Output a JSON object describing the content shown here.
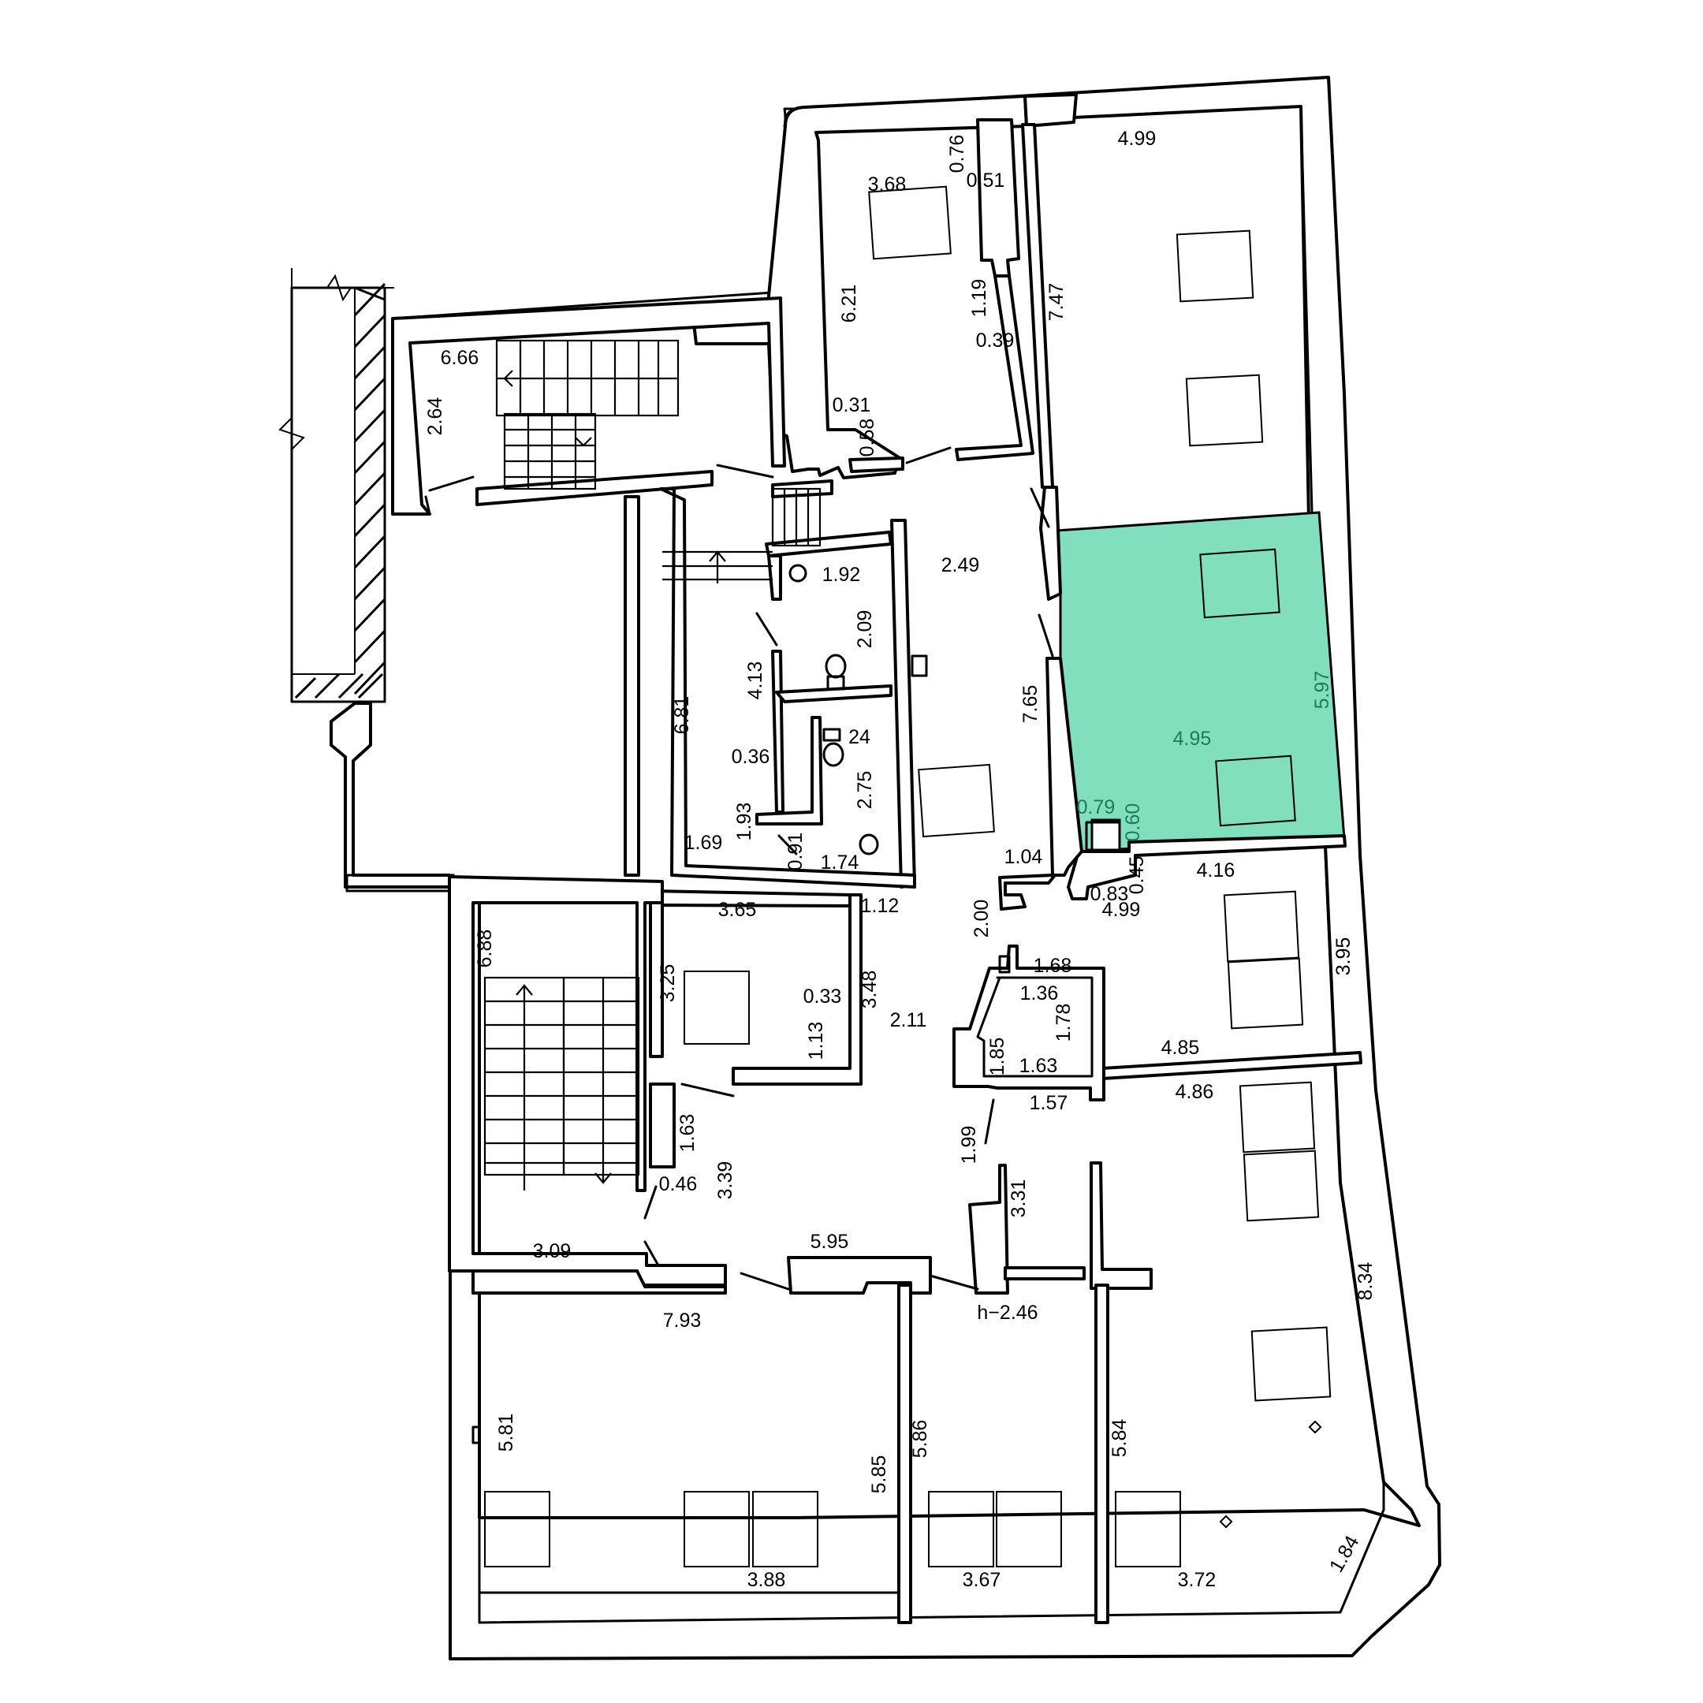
{
  "plan": {
    "highlight_color": "#82dfbe",
    "highlight_text_color": "#1f7a5a",
    "rooms": [
      {
        "id": "room-top-left",
        "labels": [
          "3.68",
          "6.21",
          "0.76",
          "0.51",
          "1.19",
          "0.39",
          "0.31",
          "0.58"
        ]
      },
      {
        "id": "room-top-right",
        "labels": [
          "4.99",
          "7.47"
        ]
      },
      {
        "id": "room-highlighted",
        "labels": [
          "4.95",
          "5.97",
          "0.79",
          "0.60"
        ]
      },
      {
        "id": "stair-north",
        "labels": [
          "6.66",
          "2.64"
        ]
      },
      {
        "id": "corridor",
        "labels": [
          "2.49",
          "7.65",
          "1.04",
          "2.11",
          "1.12",
          "2.00",
          "1.99"
        ]
      },
      {
        "id": "wc-block",
        "labels": [
          "1.92",
          "2.09",
          "4.13",
          "6.81",
          "24",
          "2.75",
          "0.36",
          "1.93",
          "0.91",
          "1.69",
          "1.74"
        ]
      },
      {
        "id": "room-east-middle",
        "labels": [
          "4.16",
          "4.99",
          "3.95",
          "4.85",
          "0.83",
          "0.45"
        ]
      },
      {
        "id": "room-3.65",
        "labels": [
          "3.65",
          "3.25",
          "0.33",
          "3.48",
          "1.13"
        ]
      },
      {
        "id": "stair-south",
        "labels": [
          "6.88",
          "1.63",
          "0.46",
          "3.39",
          "3.09"
        ]
      },
      {
        "id": "lift-shaft",
        "labels": [
          "1.68",
          "1.36",
          "1.85",
          "1.78",
          "1.63",
          "1.57"
        ]
      },
      {
        "id": "hall",
        "labels": [
          "5.95",
          "3.31",
          "h−2.46"
        ]
      },
      {
        "id": "room-south-west",
        "labels": [
          "7.93",
          "5.81",
          "5.85",
          "3.88"
        ]
      },
      {
        "id": "room-south-mid",
        "labels": [
          "5.86",
          "3.67"
        ]
      },
      {
        "id": "room-south-east",
        "labels": [
          "4.86",
          "8.34",
          "5.84",
          "3.72",
          "1.84"
        ]
      }
    ]
  }
}
